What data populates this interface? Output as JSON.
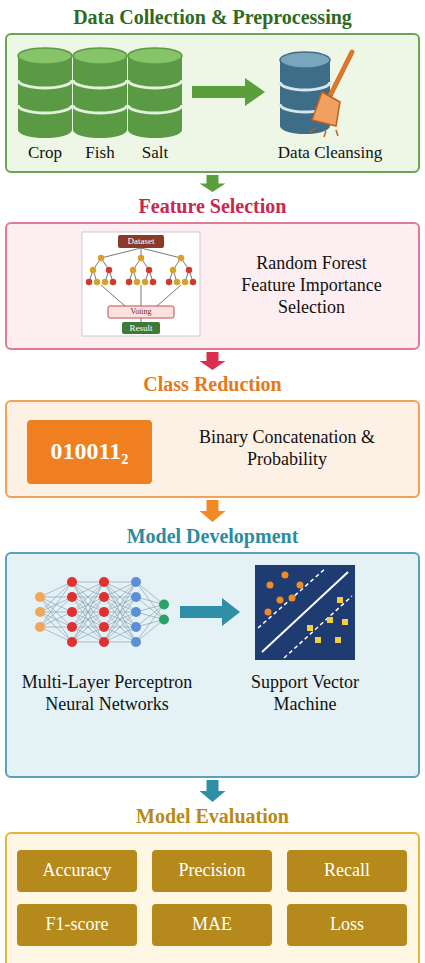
{
  "diagram": {
    "nodes": [
      {
        "text": [
          "Data Collection & Preprocessing"
        ]
      },
      {
        "text": [
          "Feature Selection",
          "Random Forest Feature Importance Selection"
        ]
      },
      {
        "text": [
          "Class Reduction",
          "Binary Concatenation & Probability"
        ]
      },
      {
        "text": [
          "010011₂"
        ],
        "in": 2
      },
      {
        "text": [
          "Model Development"
        ]
      },
      {
        "text": [
          "Model Evaluation"
        ]
      },
      {
        "text": [
          "Accuracy"
        ],
        "in": 5
      },
      {
        "text": [
          "Precision"
        ],
        "in": 5
      },
      {
        "text": [
          "Recall"
        ],
        "in": 5
      },
      {
        "text": [
          "F1-score"
        ],
        "in": 5
      },
      {
        "text": [
          "MAE"
        ],
        "in": 5
      },
      {
        "text": [
          "Loss"
        ],
        "in": 5
      }
    ],
    "edges": [
      {
        "from": 0,
        "to": 1,
        "arrow": "to"
      },
      {
        "from": 1,
        "to": 2,
        "arrow": "to"
      },
      {
        "from": 2,
        "to": 4,
        "arrow": "to"
      },
      {
        "from": 4,
        "to": 5,
        "arrow": "to"
      }
    ],
    "labels": [
      "Crop",
      "Fish",
      "Salt",
      "Data Cleansing",
      "Dataset",
      "Voting",
      "Result",
      "Multi-Layer Perceptron Neural Networks",
      "Support Vector Machine"
    ]
  }
}
